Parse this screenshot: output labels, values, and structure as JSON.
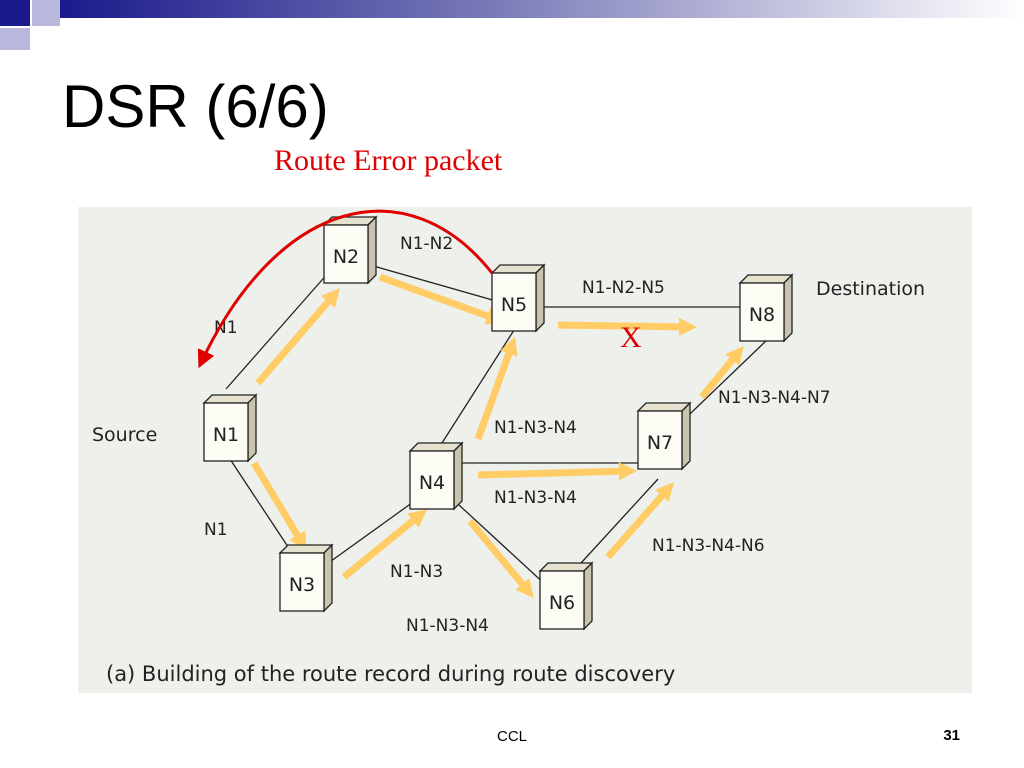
{
  "slide": {
    "title": "DSR (6/6)",
    "annotation": "Route Error packet",
    "error_mark": "X",
    "footer": "CCL",
    "page_number": "31"
  },
  "diagram": {
    "caption": "(a) Building of the route record during route discovery",
    "labels": {
      "source": "Source",
      "destination": "Destination",
      "n1_to_n2": "N1",
      "n1_to_n3": "N1",
      "n2_to_n5": "N1-N2",
      "n5_to_n8": "N1-N2-N5",
      "n3_to_n4": "N1-N3",
      "n3_to_n6": "N1-N3-N4",
      "n4_to_n5": "N1-N3-N4",
      "n4_to_n7": "N1-N3-N4",
      "n7_to_n8": "N1-N3-N4-N7",
      "n6_to_n7": "N1-N3-N4-N6"
    },
    "nodes": {
      "n1": "N1",
      "n2": "N2",
      "n3": "N3",
      "n4": "N4",
      "n5": "N5",
      "n6": "N6",
      "n7": "N7",
      "n8": "N8"
    },
    "colors": {
      "arrow": "#ffcc66",
      "error": "#e00000",
      "link": "#222222",
      "background": "#eef0ec"
    }
  }
}
